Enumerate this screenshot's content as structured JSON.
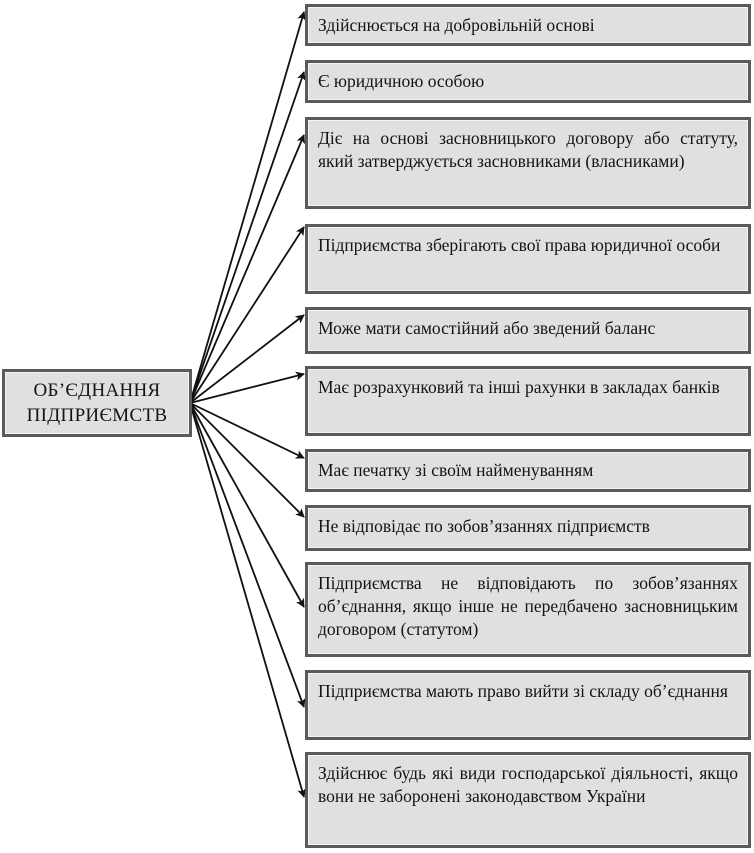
{
  "colors": {
    "box_fill": "#e0e0e0",
    "border": "#5a5a5a",
    "arrow": "#111111"
  },
  "source": {
    "line1": "ОБ’ЄДНАННЯ",
    "line2": "ПІДПРИЄМСТВ"
  },
  "items": [
    {
      "text": "Здійснюється на добровільній основі"
    },
    {
      "text": "Є юридичною особою"
    },
    {
      "text": "Діє на основі засновницького договору або статуту, який затверджується засновниками (власниками)"
    },
    {
      "text": "Підприємства зберігають свої права юридичної особи"
    },
    {
      "text": "Може мати самостійний або зведений баланс"
    },
    {
      "text": "Має розрахунковий та інші рахунки в закладах банків"
    },
    {
      "text": "Має печатку зі своїм найменуванням"
    },
    {
      "text": "Не відповідає по зобов’язаннях підприємств"
    },
    {
      "text": "Підприємства не відповідають по зобов’язаннях об’єднання, якщо інше не передбачено засновницьким договором (статутом)"
    },
    {
      "text": "Підприємства мають право вийти зі складу об’єднання"
    },
    {
      "text": "Здійснює будь які види господарської діяльності, якщо вони не заборонені законодавством України"
    }
  ]
}
